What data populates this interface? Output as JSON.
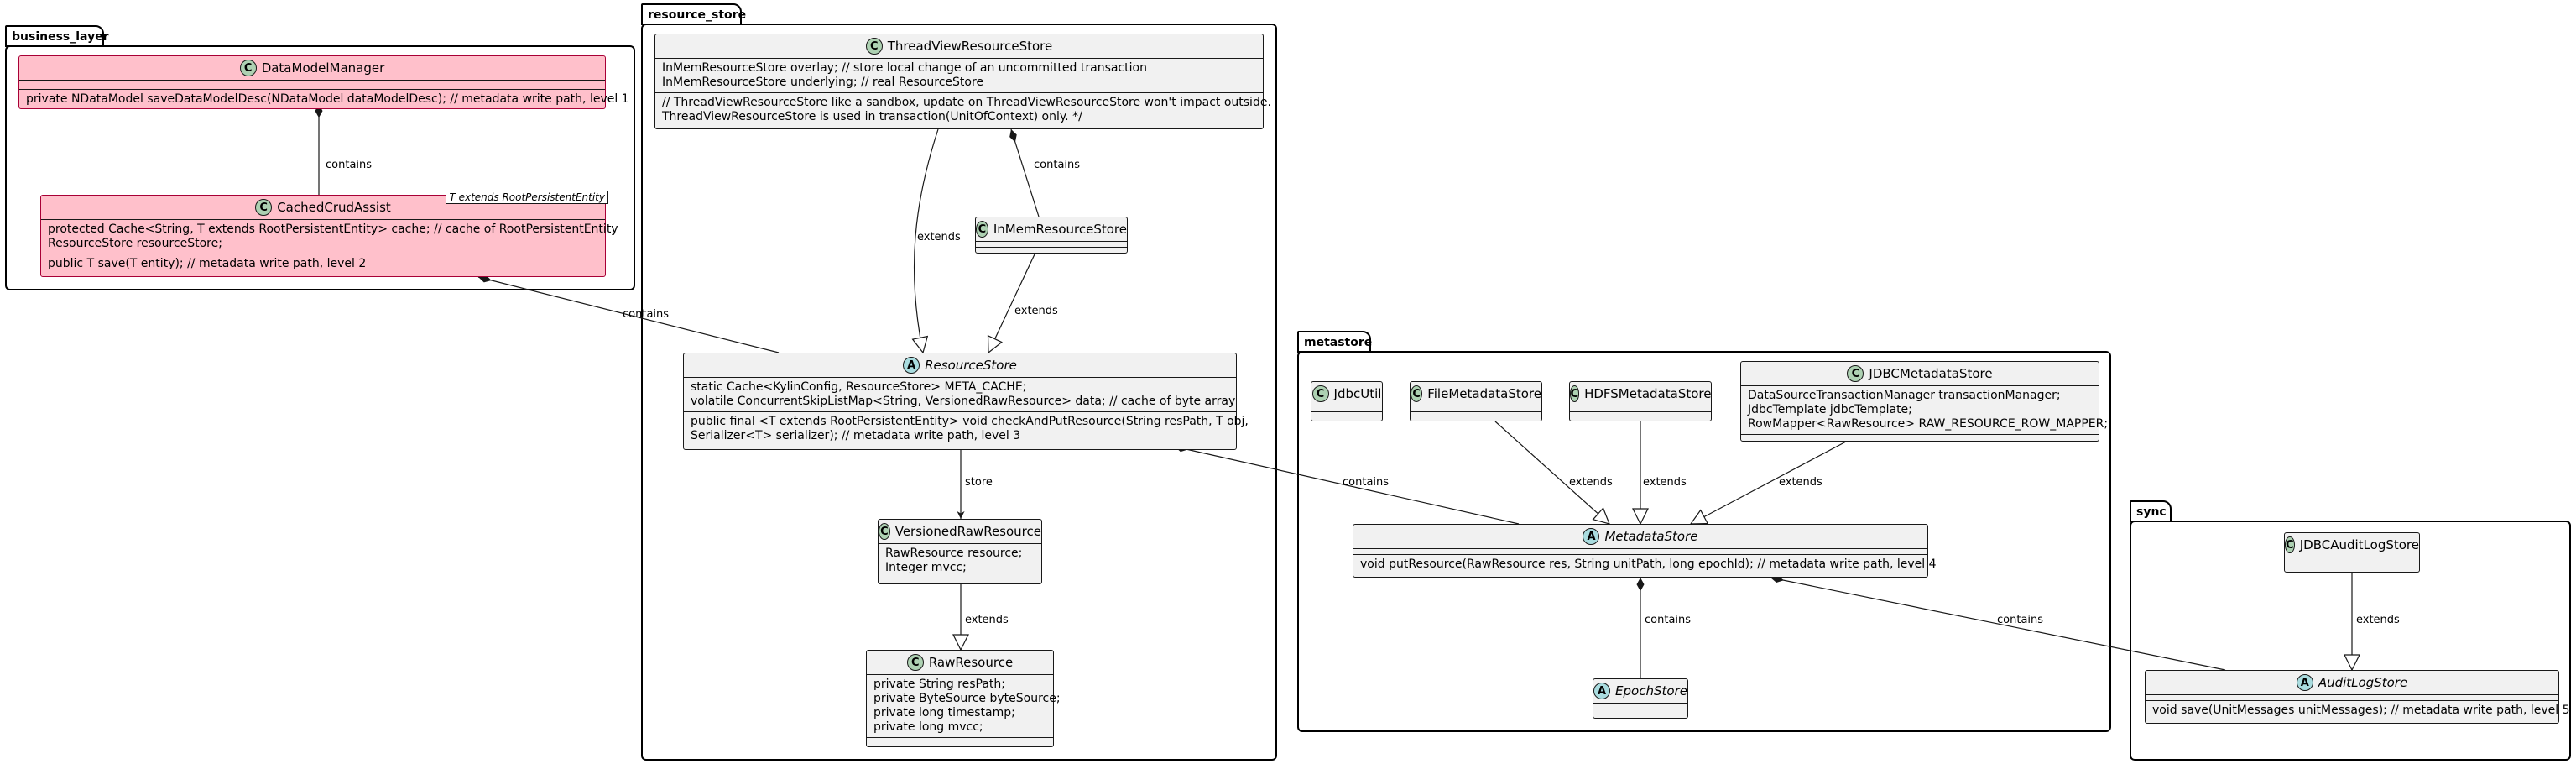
{
  "packages": [
    {
      "id": "business_layer",
      "label": "business_layer"
    },
    {
      "id": "resource_store",
      "label": "resource_store"
    },
    {
      "id": "metastore",
      "label": "metastore"
    },
    {
      "id": "sync",
      "label": "sync"
    }
  ],
  "classes": {
    "DataModelManager": {
      "name": "DataModelManager",
      "stereotype": "C",
      "fields": [],
      "methods": [
        "private NDataModel saveDataModelDesc(NDataModel dataModelDesc); // metadata write path, level 1"
      ]
    },
    "CachedCrudAssist": {
      "name": "CachedCrudAssist",
      "stereotype": "C",
      "generic": "T extends RootPersistentEntity",
      "fields": [
        "protected Cache<String, T extends RootPersistentEntity> cache; // cache of RootPersistentEntity",
        "ResourceStore resourceStore;"
      ],
      "methods": [
        "public T save(T entity); // metadata write path, level 2"
      ]
    },
    "ThreadViewResourceStore": {
      "name": "ThreadViewResourceStore",
      "stereotype": "C",
      "fields": [
        "InMemResourceStore overlay; // store local change of an uncommitted transaction",
        "InMemResourceStore underlying; // real ResourceStore"
      ],
      "methods": [
        "// ThreadViewResourceStore like a sandbox, update on ThreadViewResourceStore won't impact outside.",
        " ThreadViewResourceStore is used in transaction(UnitOfContext) only. */"
      ]
    },
    "InMemResourceStore": {
      "name": "InMemResourceStore",
      "stereotype": "C",
      "fields": [],
      "methods": []
    },
    "ResourceStore": {
      "name": "ResourceStore",
      "stereotype": "A",
      "fields": [
        "static Cache<KylinConfig, ResourceStore> META_CACHE;",
        "volatile ConcurrentSkipListMap<String, VersionedRawResource> data; // cache of byte array"
      ],
      "methods": [
        "public final <T extends RootPersistentEntity> void checkAndPutResource(String resPath, T obj,",
        "Serializer<T> serializer); // metadata write path, level 3"
      ]
    },
    "VersionedRawResource": {
      "name": "VersionedRawResource",
      "stereotype": "C",
      "fields": [
        "RawResource resource;",
        "Integer mvcc;"
      ],
      "methods": []
    },
    "RawResource": {
      "name": "RawResource",
      "stereotype": "C",
      "fields": [
        "private String resPath;",
        "private ByteSource byteSource;",
        "private long timestamp;",
        "private long mvcc;"
      ],
      "methods": []
    },
    "JdbcUtil": {
      "name": "JdbcUtil",
      "stereotype": "C",
      "fields": [],
      "methods": []
    },
    "FileMetadataStore": {
      "name": "FileMetadataStore",
      "stereotype": "C",
      "fields": [],
      "methods": []
    },
    "HDFSMetadataStore": {
      "name": "HDFSMetadataStore",
      "stereotype": "C",
      "fields": [],
      "methods": []
    },
    "JDBCMetadataStore": {
      "name": "JDBCMetadataStore",
      "stereotype": "C",
      "fields": [
        "DataSourceTransactionManager transactionManager;",
        "JdbcTemplate jdbcTemplate;",
        "RowMapper<RawResource> RAW_RESOURCE_ROW_MAPPER;"
      ],
      "methods": []
    },
    "MetadataStore": {
      "name": "MetadataStore",
      "stereotype": "A",
      "fields": [],
      "methods": [
        "void putResource(RawResource res, String unitPath, long epochId);  // metadata write path, level 4"
      ]
    },
    "EpochStore": {
      "name": "EpochStore",
      "stereotype": "A",
      "fields": [],
      "methods": []
    },
    "JDBCAuditLogStore": {
      "name": "JDBCAuditLogStore",
      "stereotype": "C",
      "fields": [],
      "methods": []
    },
    "AuditLogStore": {
      "name": "AuditLogStore",
      "stereotype": "A",
      "fields": [],
      "methods": [
        "void save(UnitMessages unitMessages); // metadata write path, level 5"
      ]
    }
  },
  "edge_labels": {
    "contains": "contains",
    "extends": "extends",
    "store": "store"
  }
}
